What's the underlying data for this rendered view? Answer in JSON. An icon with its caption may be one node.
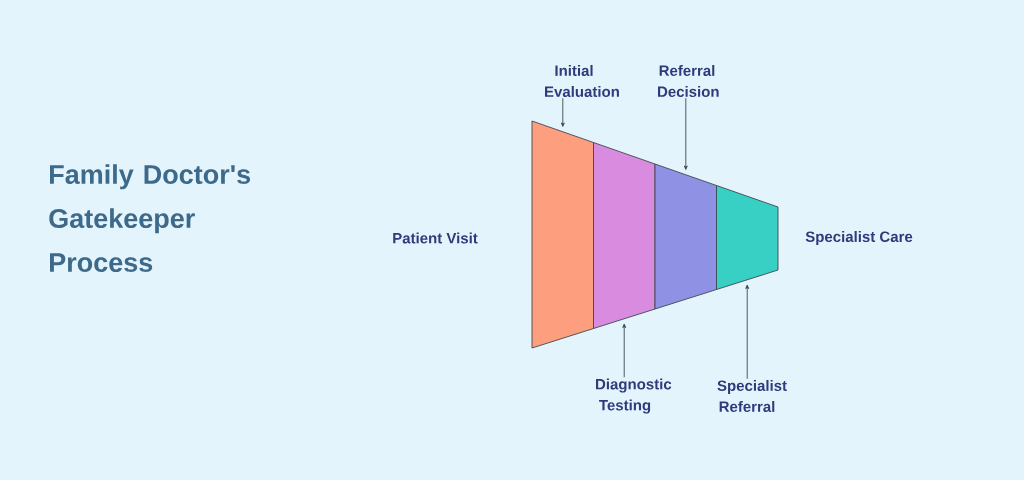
{
  "diagram": {
    "title": "Family Doctor's Gatekeeper Process",
    "nodes": [
      {
        "text": [
          "Initial Evaluation"
        ]
      },
      {
        "text": [
          "Referral Decision"
        ]
      },
      {
        "text": [],
        "shape": "band"
      },
      {
        "text": [],
        "shape": "band"
      },
      {
        "text": [],
        "shape": "band"
      },
      {
        "text": [],
        "shape": "band"
      },
      {
        "text": [
          "Diagnostic Testing"
        ]
      },
      {
        "text": [
          "Specialist Referral"
        ]
      }
    ],
    "edges": [
      {
        "from": 0,
        "to": 2,
        "arrow": "to"
      },
      {
        "from": 1,
        "to": 4,
        "arrow": "to"
      },
      {
        "from": 6,
        "to": 3,
        "arrow": "to"
      },
      {
        "from": 7,
        "to": 5,
        "arrow": "to"
      }
    ],
    "labels": [
      "Patient Visit",
      "Specialist Care"
    ]
  }
}
